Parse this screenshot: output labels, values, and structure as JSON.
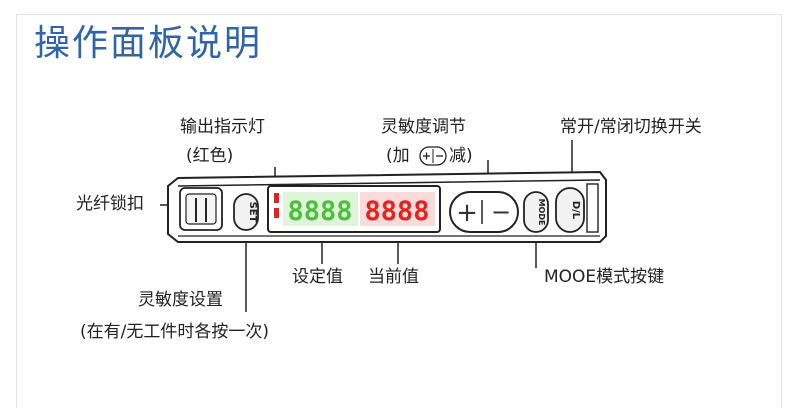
{
  "title": "操作面板说明",
  "labels": {
    "indicator_line1": "输出指示灯",
    "indicator_line2": "(红色)",
    "sensitivity_adjust_line1": "灵敏度调节",
    "sensitivity_adjust_prefix": "(加",
    "sensitivity_adjust_suffix": "减)",
    "switch_label": "常开/常闭切换开关",
    "lock_label": "光纤锁扣",
    "set_value_label": "设定值",
    "current_value_label": "当前值",
    "mode_key_label": "MOOE模式按键",
    "sensitivity_set_line1": "灵敏度设置",
    "sensitivity_set_line2": "(在有/无工件时各按一次)"
  },
  "device": {
    "set_button": "SET",
    "mode_button": "MODE",
    "dl_button": "D/L",
    "plus_glyph": "+",
    "minus_glyph": "−",
    "display_set_value": "8888",
    "display_current_value": "8888"
  },
  "colors": {
    "title": "#2f64a8",
    "set_value_digits": "#4cbf3e",
    "current_value_digits": "#e32222",
    "indicator_led": "#e32222"
  }
}
